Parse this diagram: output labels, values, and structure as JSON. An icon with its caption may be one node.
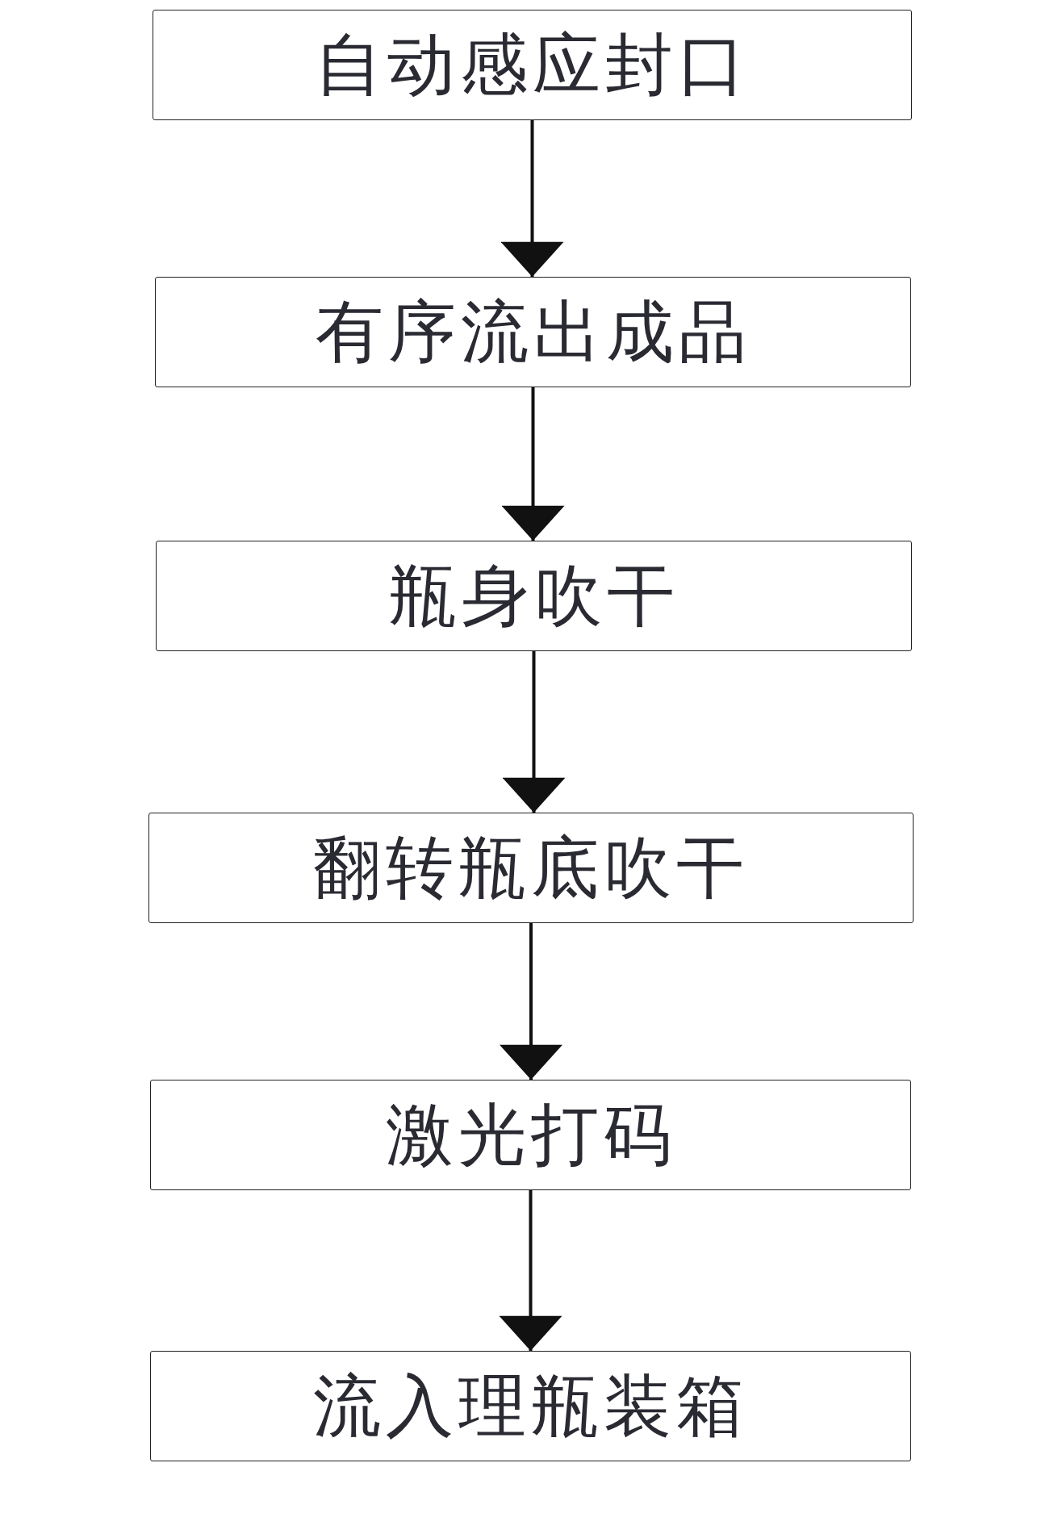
{
  "diagram": {
    "nodes": [
      {
        "text": [
          "自动感应封口"
        ]
      },
      {
        "text": [
          "有序流出成品"
        ]
      },
      {
        "text": [
          "瓶身吹干"
        ]
      },
      {
        "text": [
          "翻转瓶底吹干"
        ]
      },
      {
        "text": [
          "激光打码"
        ]
      },
      {
        "text": [
          "流入理瓶装箱"
        ]
      }
    ],
    "edges": [
      {
        "from": 0,
        "to": 1,
        "arrow": "to"
      },
      {
        "from": 1,
        "to": 2,
        "arrow": "to"
      },
      {
        "from": 2,
        "to": 3,
        "arrow": "to"
      },
      {
        "from": 3,
        "to": 4,
        "arrow": "to"
      },
      {
        "from": 4,
        "to": 5,
        "arrow": "to"
      }
    ]
  }
}
